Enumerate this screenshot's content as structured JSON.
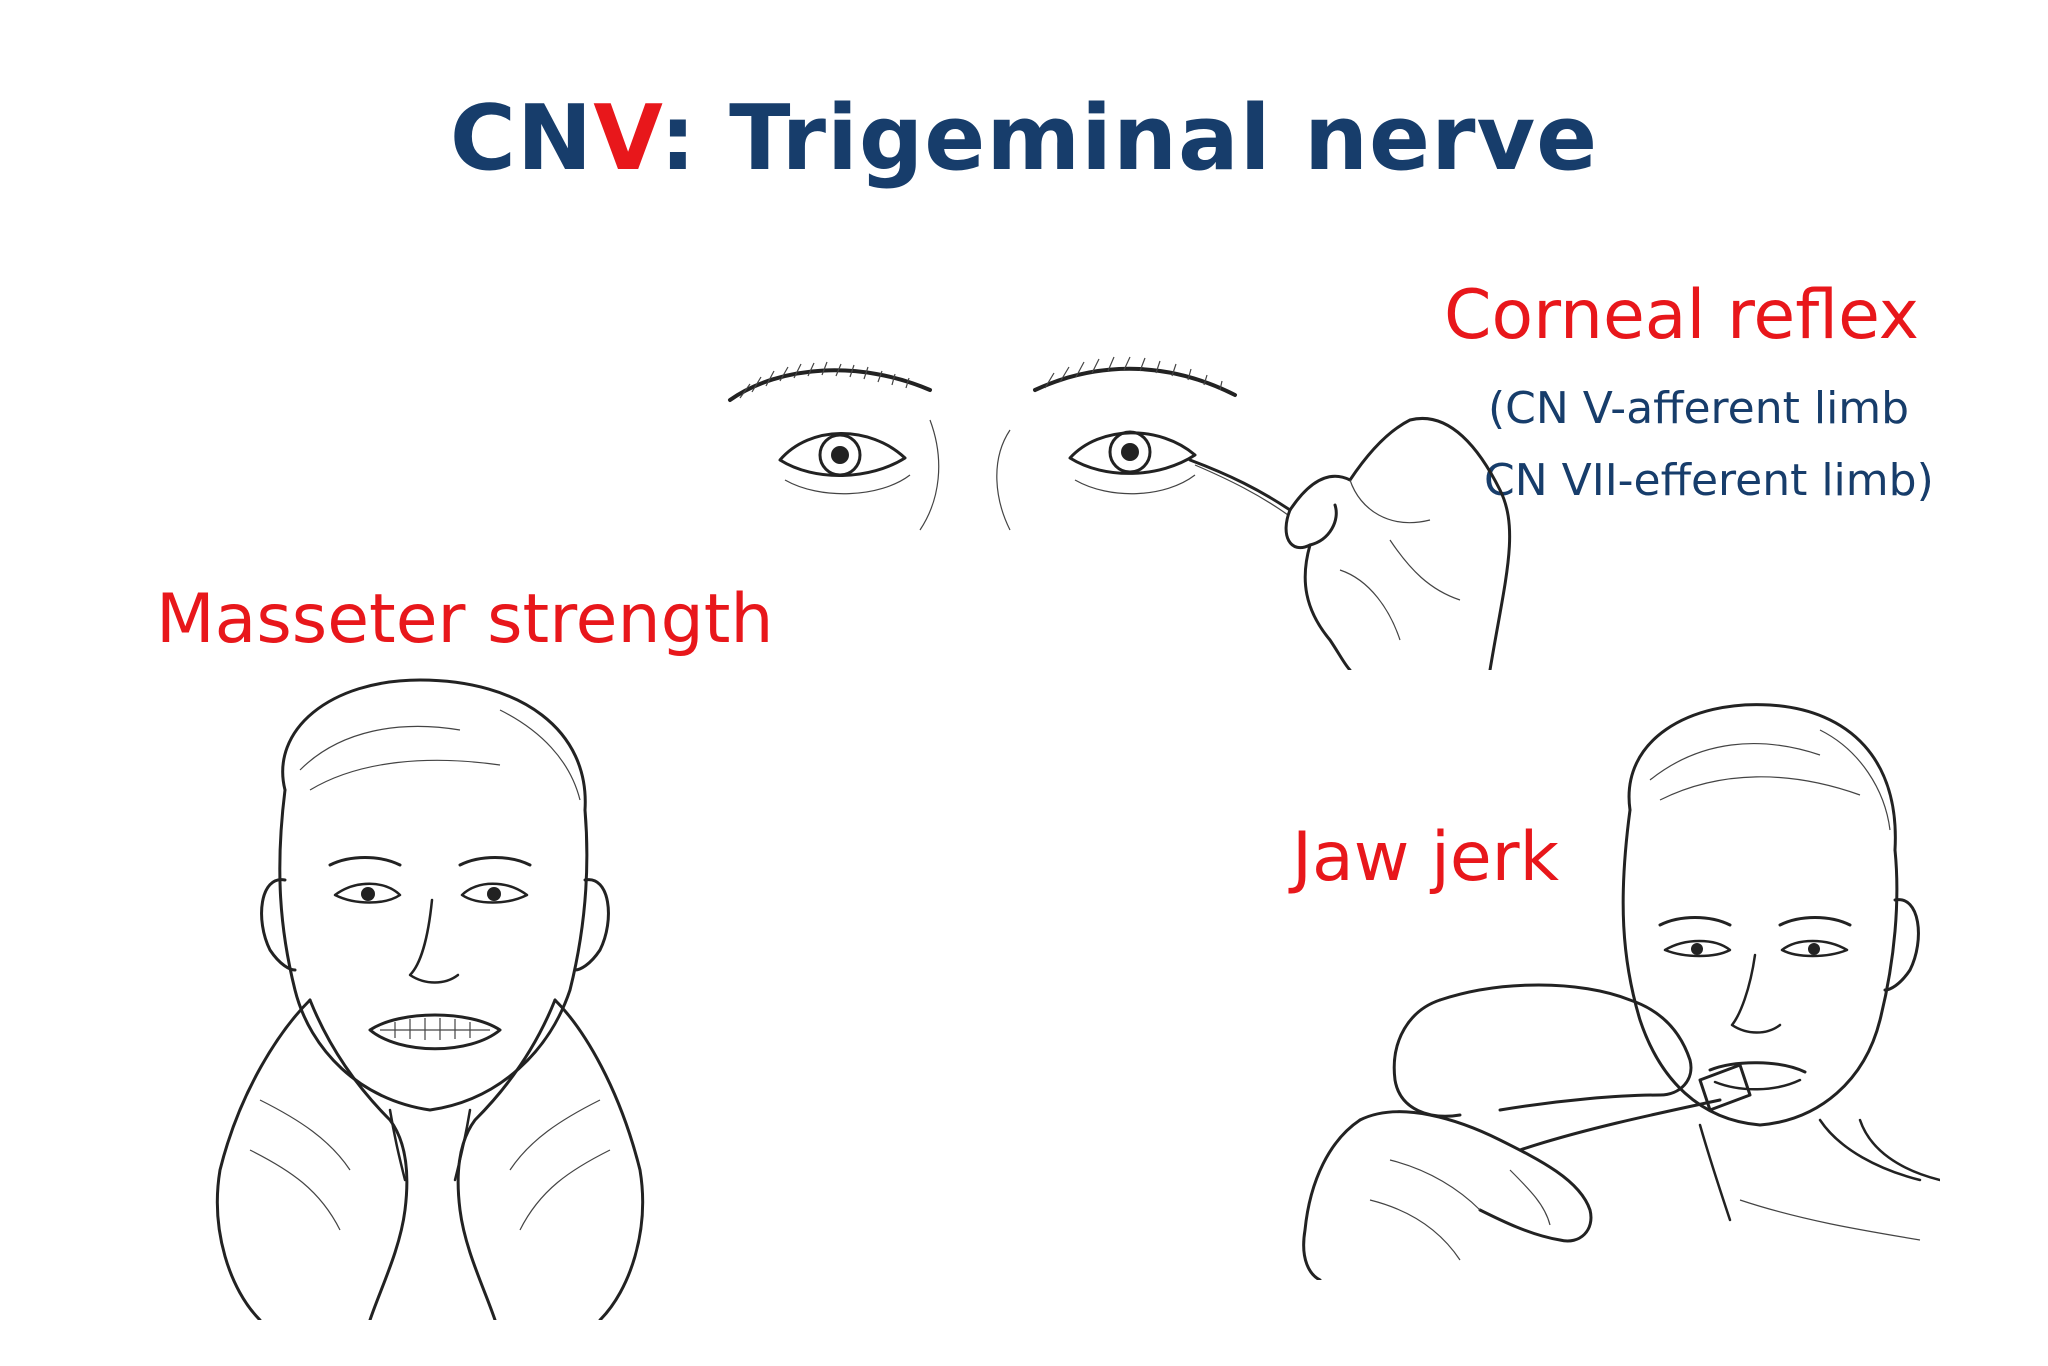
{
  "title": {
    "prefix": "CN",
    "accent": "V",
    "suffix": ": Trigeminal nerve"
  },
  "corneal": {
    "label": "Corneal reflex",
    "line1": "(CN V-afferent limb",
    "line2": "CN VII-efferent limb)"
  },
  "masseter": {
    "label": "Masseter strength"
  },
  "jaw": {
    "label": "Jaw jerk"
  },
  "colors": {
    "title_blue": "#173d6b",
    "accent_red": "#e8171b",
    "background": "#ffffff"
  }
}
